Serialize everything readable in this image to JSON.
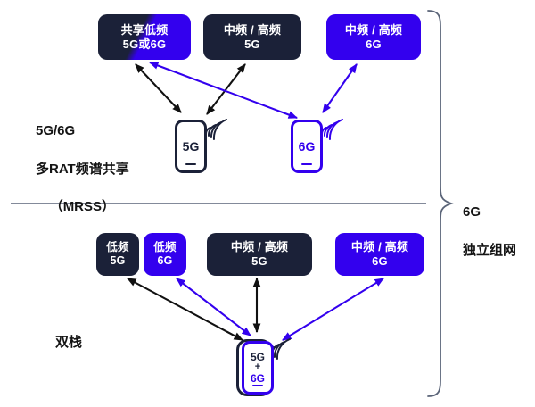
{
  "diagram": {
    "title": "6G spectrum deployment options",
    "colors": {
      "dark_navy": "#1b2138",
      "bright_blue": "#3300ee",
      "divider_gray": "#5a6478",
      "arrow_black": "#111111",
      "arrow_blue": "#3300ee",
      "background": "#ffffff"
    }
  },
  "sections": [
    {
      "id": "mrss",
      "label_line1": "5G/6G",
      "label_line2": "多RAT频谱共享",
      "label_line3": "（MRSS）",
      "bands": [
        {
          "id": "shared-low",
          "line1": "共享低频",
          "line2": "5G或6G",
          "style": "split"
        },
        {
          "id": "mid-high-5g",
          "line1": "中频 / 高频",
          "line2": "5G",
          "style": "dark"
        },
        {
          "id": "mid-high-6g",
          "line1": "中频 / 高频",
          "line2": "6G",
          "style": "blue"
        }
      ],
      "devices": [
        {
          "id": "phone-5g",
          "label": "5G",
          "style": "dark"
        },
        {
          "id": "phone-6g",
          "label": "6G",
          "style": "blue"
        }
      ]
    },
    {
      "id": "dual-stack",
      "label_line1": "双栈",
      "bands": [
        {
          "id": "low-5g",
          "line1": "低频",
          "line2": "5G",
          "style": "dark"
        },
        {
          "id": "low-6g",
          "line1": "低频",
          "line2": "6G",
          "style": "blue"
        },
        {
          "id": "mid-high-5g-b",
          "line1": "中频 / 高频",
          "line2": "5G",
          "style": "dark"
        },
        {
          "id": "mid-high-6g-b",
          "line1": "中频 / 高频",
          "line2": "6G",
          "style": "blue"
        }
      ],
      "devices": [
        {
          "id": "phone-dual",
          "label_top": "5G",
          "label_mid": "+",
          "label_bot": "6G",
          "style": "dual"
        }
      ]
    }
  ],
  "bracket_label": {
    "line1": "6G",
    "line2": "独立组网"
  }
}
